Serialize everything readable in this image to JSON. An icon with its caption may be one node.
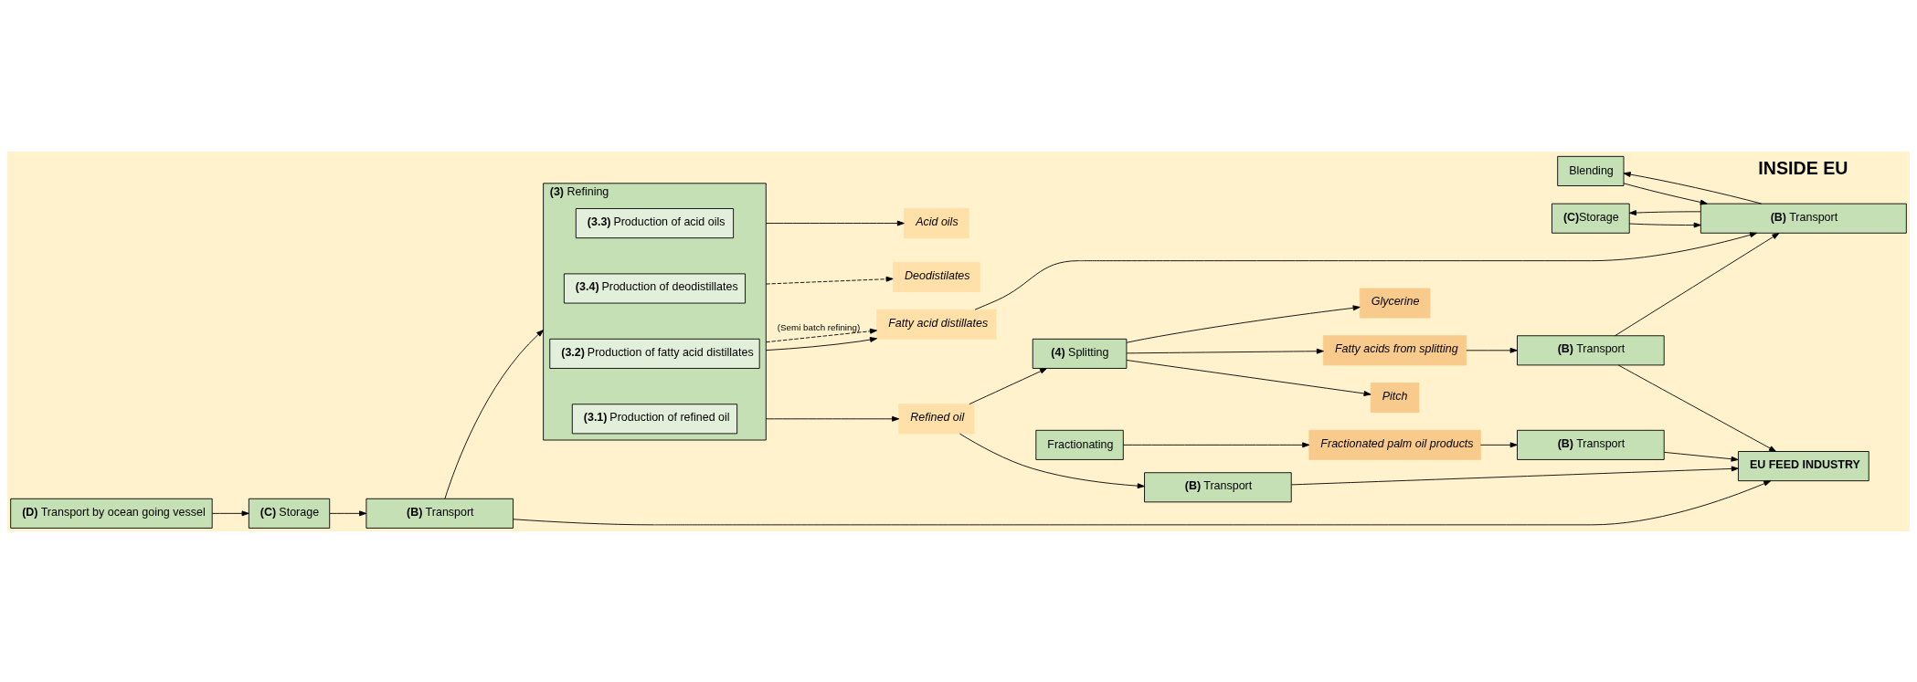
{
  "diagram": {
    "nodes": [
      {
        "text": [
          "**(D)** Transport by ocean going vessel"
        ]
      },
      {
        "text": [
          "**(C)** Storage"
        ]
      },
      {
        "text": [
          "**(B)** Transport"
        ]
      },
      {
        "text": [
          "**(4)** Splitting"
        ]
      },
      {
        "text": [
          "Pitch"
        ]
      },
      {
        "text": [
          "Glycerine"
        ]
      },
      {
        "text": [
          "Fatty acids from splitting"
        ]
      },
      {
        "text": [
          "**(B)** Transport"
        ]
      },
      {
        "text": [
          "Fractionating"
        ]
      },
      {
        "text": [
          "Fractionated palm oil products"
        ]
      },
      {
        "text": [
          "**(B)** Transport"
        ]
      },
      {
        "text": [
          "**(3)** Refining"
        ]
      },
      {
        "text": [
          "**(3.1)** Production of refined oil"
        ],
        "in": 11
      },
      {
        "text": [
          "**(3.2)** Production of fatty acid distillates"
        ],
        "in": 11
      },
      {
        "text": [
          "**(3.4)** Production of deodistillates"
        ],
        "in": 11
      },
      {
        "text": [
          "**(3.3)** Production of acid oils"
        ],
        "in": 11
      },
      {
        "text": [
          "Refined oil"
        ]
      },
      {
        "text": [
          "**(B)** Transport"
        ]
      },
      {
        "text": [
          "Fatty acid distillates"
        ]
      },
      {
        "text": [
          "Deodistilates"
        ]
      },
      {
        "text": [
          "Acid oils"
        ]
      },
      {
        "text": [
          "Blending"
        ]
      },
      {
        "text": [
          "**(C)**Storage"
        ]
      },
      {
        "text": [
          "**(B)** Transport"
        ]
      },
      {
        "text": [
          "EU FEED INDUSTRY"
        ]
      }
    ],
    "edges": [
      {
        "from": 0,
        "to": 1,
        "arrow": "to"
      },
      {
        "from": 1,
        "to": 2,
        "arrow": "to"
      },
      {
        "from": 2,
        "to": 11,
        "arrow": "to"
      },
      {
        "from": 2,
        "to": 24,
        "arrow": "to"
      },
      {
        "from": 3,
        "to": 4,
        "arrow": "to"
      },
      {
        "from": 3,
        "to": 5,
        "arrow": "to"
      },
      {
        "from": 3,
        "to": 6,
        "arrow": "to"
      },
      {
        "from": 6,
        "to": 7,
        "arrow": "to"
      },
      {
        "from": 7,
        "to": 24,
        "arrow": "to"
      },
      {
        "from": 7,
        "to": 23,
        "arrow": "to"
      },
      {
        "from": 8,
        "to": 9,
        "arrow": "to"
      },
      {
        "from": 9,
        "to": 10,
        "arrow": "to"
      },
      {
        "from": 10,
        "to": 24,
        "arrow": "to"
      },
      {
        "from": 11,
        "to": 16,
        "arrow": "to"
      },
      {
        "from": 11,
        "to": 18,
        "arrow": "to"
      },
      {
        "from": 11,
        "to": 18,
        "arrow": "to",
        "style": "dashed",
        "label": "(Semi batch refining)"
      },
      {
        "from": 11,
        "to": 19,
        "arrow": "to",
        "style": "dashed"
      },
      {
        "from": 11,
        "to": 20,
        "arrow": "to"
      },
      {
        "from": 16,
        "to": 3,
        "arrow": "to"
      },
      {
        "from": 16,
        "to": 17,
        "arrow": "to"
      },
      {
        "from": 17,
        "to": 24,
        "arrow": "to"
      },
      {
        "from": 18,
        "to": 23,
        "arrow": "to"
      },
      {
        "from": 23,
        "to": 21,
        "arrow": "to"
      },
      {
        "from": 21,
        "to": 23,
        "arrow": "to"
      },
      {
        "from": 23,
        "to": 22,
        "arrow": "to"
      },
      {
        "from": 22,
        "to": 23,
        "arrow": "to"
      }
    ],
    "labels": [
      "INSIDE EU"
    ]
  }
}
